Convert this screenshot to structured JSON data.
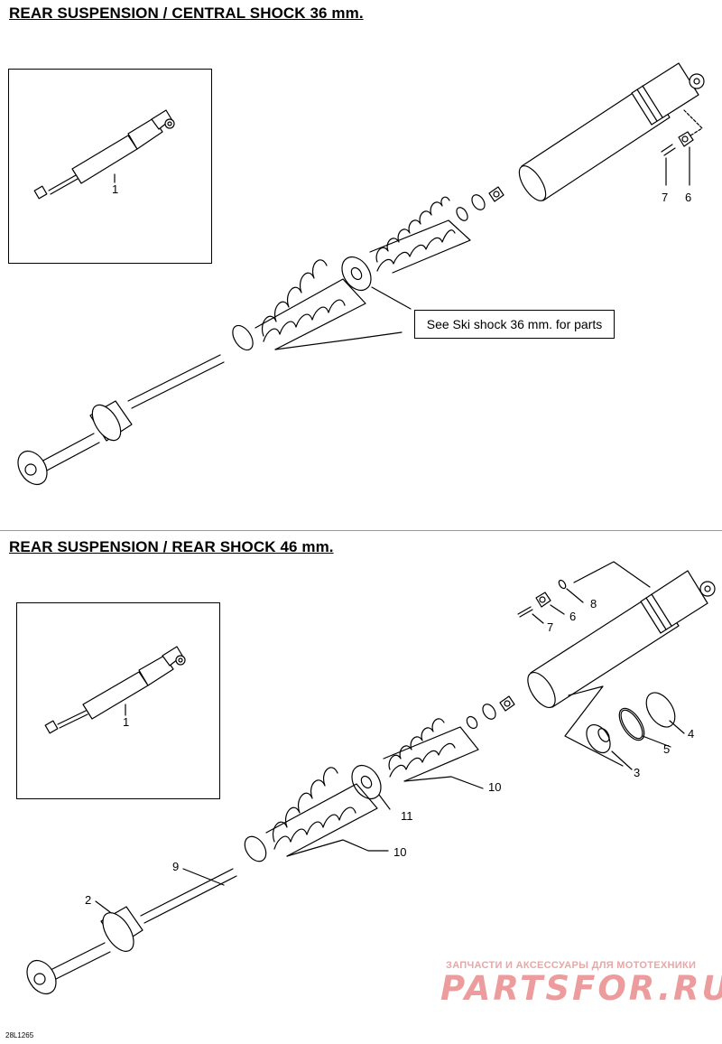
{
  "section1": {
    "title": "REAR SUSPENSION / CENTRAL SHOCK 36 mm.",
    "inset_callout": "1",
    "callouts": [
      "7",
      "6"
    ],
    "note": "See Ski shock 36 mm. for parts"
  },
  "section2": {
    "title": "REAR SUSPENSION / REAR SHOCK 46 mm.",
    "inset_callout": "1",
    "callouts": {
      "c8": "8",
      "c6": "6",
      "c7": "7",
      "c4": "4",
      "c5": "5",
      "c3": "3",
      "c10a": "10",
      "c11": "11",
      "c10b": "10",
      "c9": "9",
      "c2": "2"
    }
  },
  "footer": {
    "code": "28L1265"
  },
  "watermark": {
    "line1": "ЗАПЧАСТИ И АКСЕССУАРЫ ДЛЯ МОТОТЕХНИКИ",
    "line2": "PARTSFOR.RU",
    "color": "#ec9c9c"
  }
}
